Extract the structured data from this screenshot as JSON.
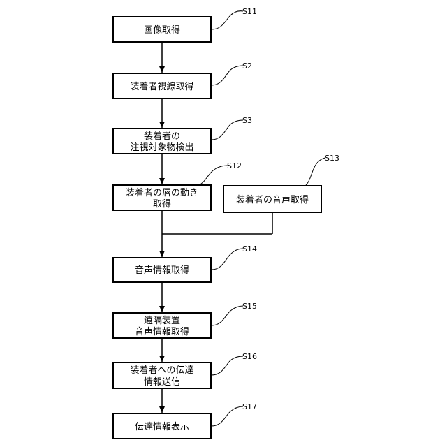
{
  "steps": [
    {
      "id": "S11",
      "label": "S11",
      "lines": [
        "画像取得"
      ]
    },
    {
      "id": "S2",
      "label": "S2",
      "lines": [
        "装着者視線取得"
      ]
    },
    {
      "id": "S3",
      "label": "S3",
      "lines": [
        "装着者の",
        "注視対象物検出"
      ]
    },
    {
      "id": "S12",
      "label": "S12",
      "lines": [
        "装着者の唇の動き",
        "取得"
      ]
    },
    {
      "id": "S13",
      "label": "S13",
      "lines": [
        "装着者の音声取得"
      ]
    },
    {
      "id": "S14",
      "label": "S14",
      "lines": [
        "音声情報取得"
      ]
    },
    {
      "id": "S15",
      "label": "S15",
      "lines": [
        "遠隔装置",
        "音声情報取得"
      ]
    },
    {
      "id": "S16",
      "label": "S16",
      "lines": [
        "装着者への伝達",
        "情報送信"
      ]
    },
    {
      "id": "S17",
      "label": "S17",
      "lines": [
        "伝達情報表示"
      ]
    }
  ]
}
